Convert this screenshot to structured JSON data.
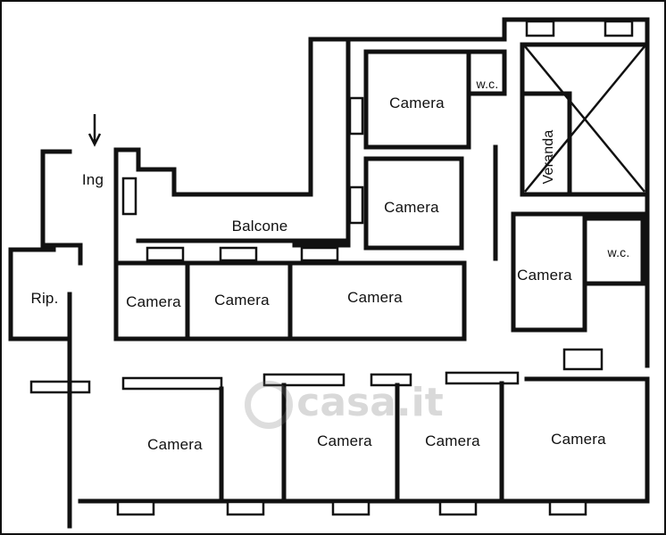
{
  "plan": {
    "entrance_label": "Ing",
    "rooms": {
      "camera_top_center": "Camera",
      "wc_top": "w.c.",
      "veranda": "Veranda",
      "camera_mid_center": "Camera",
      "balcone": "Balcone",
      "wc_right": "w.c.",
      "camera_right_mid": "Camera",
      "rip": "Rip.",
      "camera_small_left": "Camera",
      "camera_left_mid": "Camera",
      "camera_center_mid": "Camera",
      "camera_big_bottom_left": "Camera",
      "camera_bottom_center1": "Camera",
      "camera_bottom_center2": "Camera",
      "camera_bottom_right": "Camera"
    },
    "watermark": "casa.it"
  }
}
